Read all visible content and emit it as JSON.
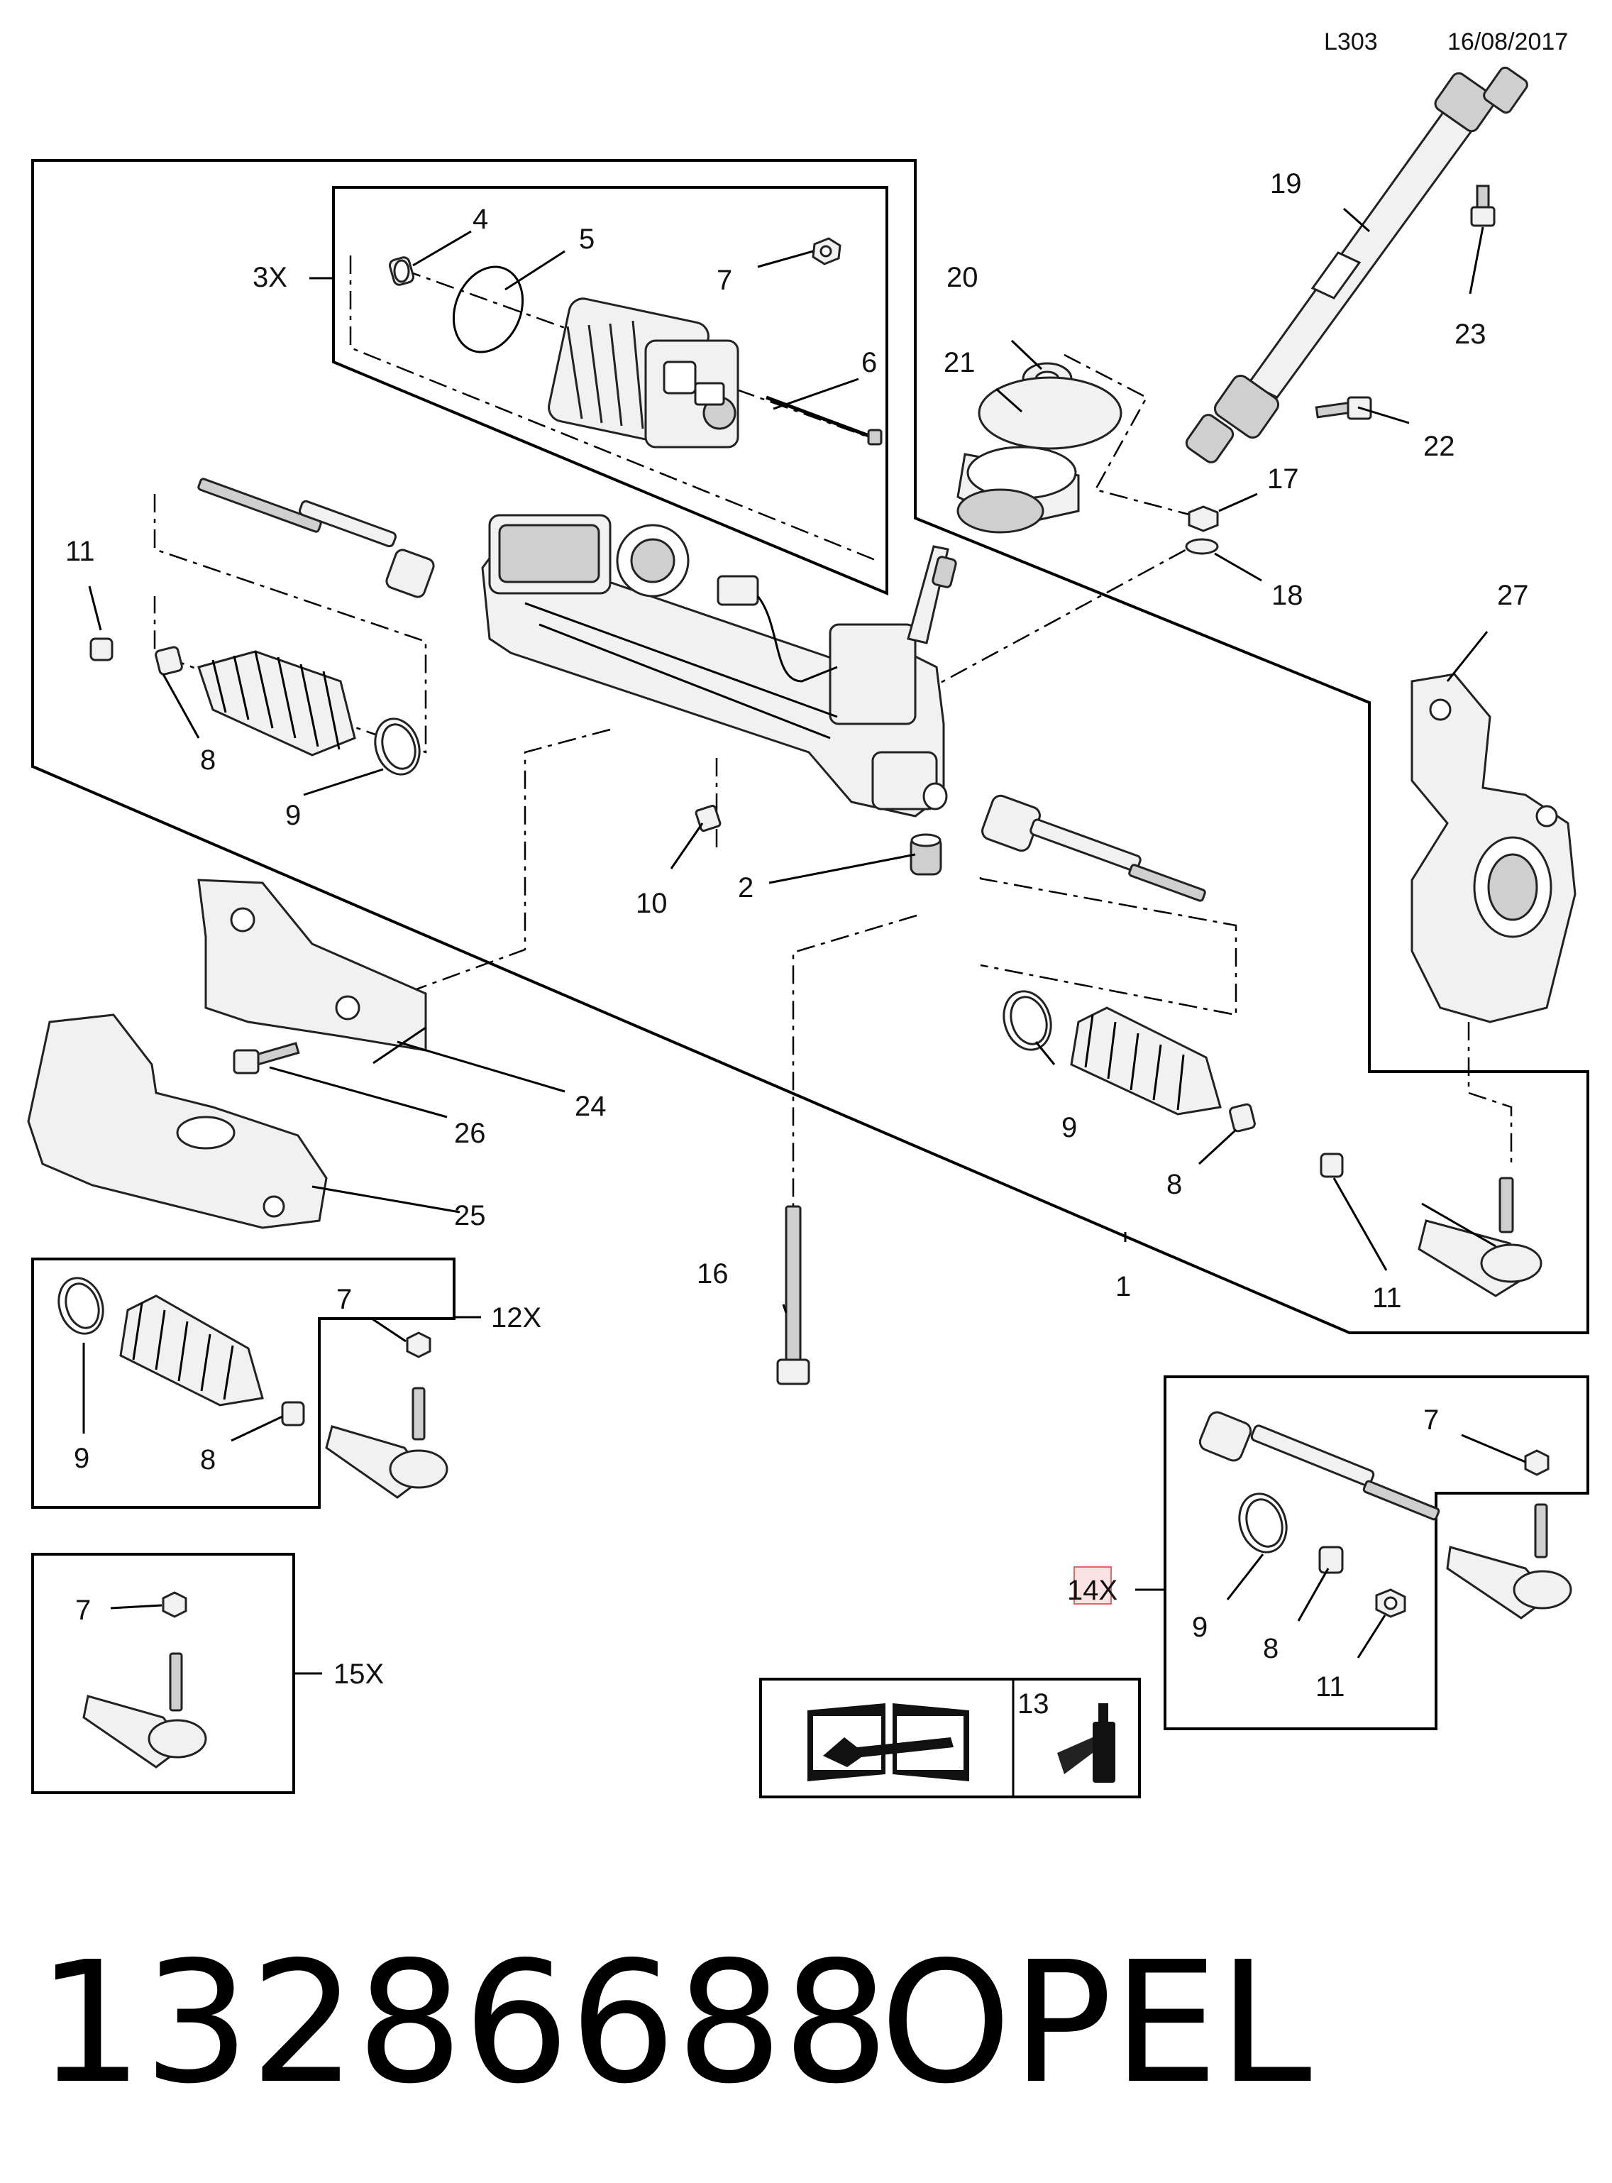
{
  "header": {
    "code": "L303",
    "date": "16/08/2017"
  },
  "footer": {
    "part_number": "13286688",
    "brand": "OPEL"
  },
  "callouts": {
    "c1": "1",
    "c2": "2",
    "c3x": "3X",
    "c4": "4",
    "c5": "5",
    "c6": "6",
    "c7a": "7",
    "c7b": "7",
    "c7c": "7",
    "c7d": "7",
    "c8a": "8",
    "c8b": "8",
    "c8c": "8",
    "c8d": "8",
    "c9a": "9",
    "c9b": "9",
    "c9c": "9",
    "c9d": "9",
    "c10": "10",
    "c11a": "11",
    "c11b": "11",
    "c11c": "11",
    "c12x": "12X",
    "c13": "13",
    "c14x": "14X",
    "c15x": "15X",
    "c16": "16",
    "c17": "17",
    "c18": "18",
    "c19": "19",
    "c20": "20",
    "c21": "21",
    "c22": "22",
    "c23": "23",
    "c24": "24",
    "c25": "25",
    "c26": "26",
    "c27": "27"
  },
  "icons": [
    "service-manual-icon",
    "adhesive-tube-icon"
  ]
}
